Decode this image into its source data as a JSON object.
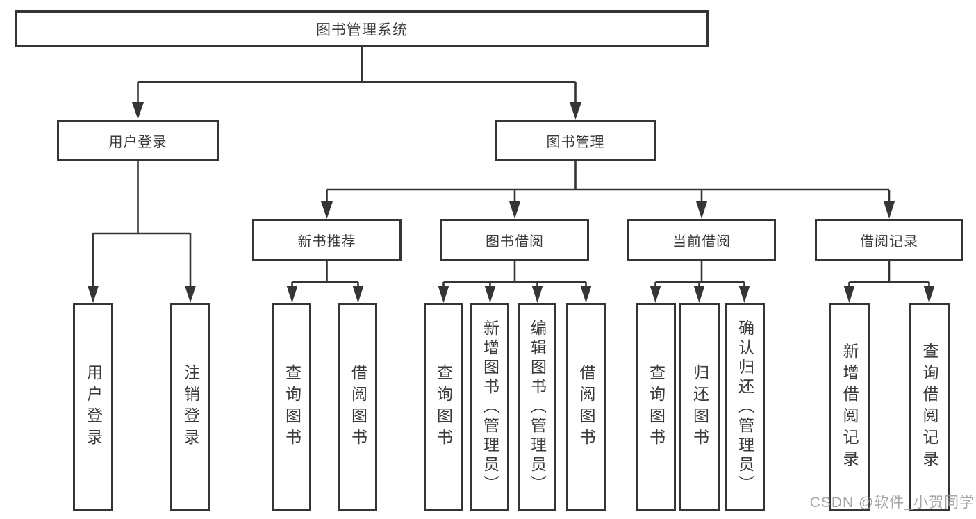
{
  "tree": {
    "root": {
      "label": "图书管理系统"
    },
    "level2": [
      {
        "label": "用户登录",
        "children": [
          {
            "label": "用户登录"
          },
          {
            "label": "注销登录"
          }
        ]
      },
      {
        "label": "图书管理",
        "children": [
          {
            "label": "新书推荐",
            "children": [
              {
                "label": "查询图书"
              },
              {
                "label": "借阅图书"
              }
            ]
          },
          {
            "label": "图书借阅",
            "children": [
              {
                "label": "查询图书"
              },
              {
                "label": "新增图书（管理员）"
              },
              {
                "label": "编辑图书（管理员）"
              },
              {
                "label": "借阅图书"
              }
            ]
          },
          {
            "label": "当前借阅",
            "children": [
              {
                "label": "查询图书"
              },
              {
                "label": "归还图书"
              },
              {
                "label": "确认归还（管理员）"
              }
            ]
          },
          {
            "label": "借阅记录",
            "children": [
              {
                "label": "新增借阅记录"
              },
              {
                "label": "查询借阅记录"
              }
            ]
          }
        ]
      }
    ]
  },
  "watermark": "CSDN @软件_小贺同学",
  "colors": {
    "line": "#353535",
    "box_border": "#353535",
    "text": "#3a3a3a",
    "background": "#ffffff",
    "watermark": "#969696"
  }
}
